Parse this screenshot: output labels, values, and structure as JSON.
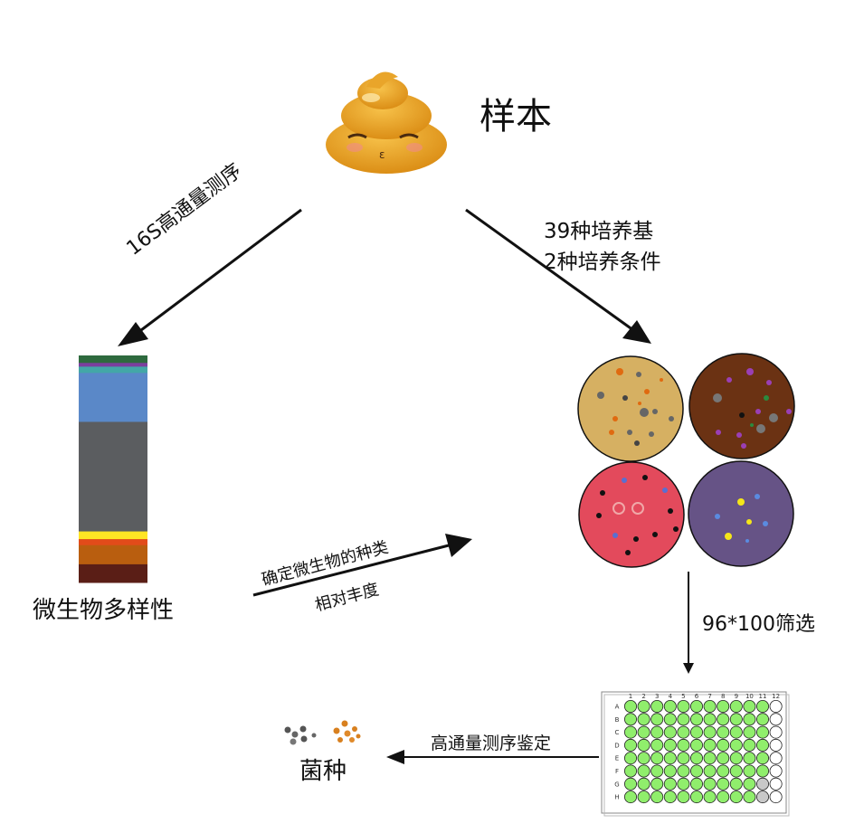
{
  "sample": {
    "title": "样本"
  },
  "sequencing": {
    "label": "16S高通量测序"
  },
  "culture": {
    "line1": "39种培养基",
    "line2": "2种培养条件"
  },
  "diversity": {
    "title": "微生物多样性",
    "bar_colors": [
      "#2e6a3e",
      "#7b3f9e",
      "#43a7a7",
      "#5a88c8",
      "#5b5d60",
      "#ffe524",
      "#e24b1a",
      "#b95e0f",
      "#5a1e16"
    ],
    "bar_values": [
      0.032,
      0.016,
      0.027,
      0.21,
      0.47,
      0.033,
      0.026,
      0.082,
      0.078
    ]
  },
  "determine": {
    "line1": "确定微生物的种类",
    "line2": "相对丰度"
  },
  "screening": {
    "label": "96*100筛选"
  },
  "identification": {
    "label": "高通量测序鉴定"
  },
  "strains": {
    "title": "菌种"
  },
  "plate": {
    "columns": [
      "1",
      "2",
      "3",
      "4",
      "5",
      "6",
      "7",
      "8",
      "9",
      "10",
      "11",
      "12"
    ],
    "rows": [
      "A",
      "B",
      "C",
      "D",
      "E",
      "F",
      "G",
      "H"
    ],
    "well_fill": "#90ee6c",
    "empty_fill": "#ffffff",
    "gray_fill": "#c8c8c8"
  },
  "colors": {
    "plate1": "#d6b062",
    "plate2": "#6b3213",
    "plate3": "#e34a5c",
    "plate4": "#665386",
    "poop": "#e6a228"
  }
}
